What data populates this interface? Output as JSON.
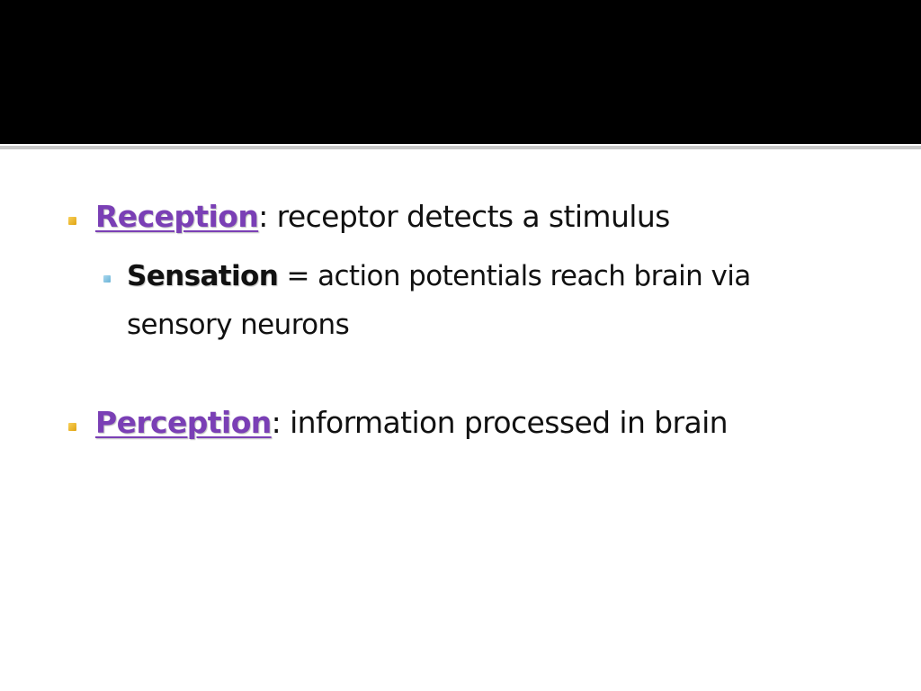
{
  "slide": {
    "bullets": [
      {
        "term": "Reception",
        "text": ": receptor detects a stimulus",
        "sub_bullets": [
          {
            "term": "Sensation",
            "text": " = action potentials reach brain via sensory neurons"
          }
        ]
      },
      {
        "term": "Perception",
        "text": ": information processed in brain"
      }
    ]
  },
  "colors": {
    "title_band": "#000000",
    "term_link": "#7a3fb5",
    "bullet_level1": "#e8b22a",
    "bullet_level2": "#7fc0e0"
  },
  "icons": {
    "bullet_level1": "square-bullet-icon",
    "bullet_level2": "square-bullet-icon"
  }
}
